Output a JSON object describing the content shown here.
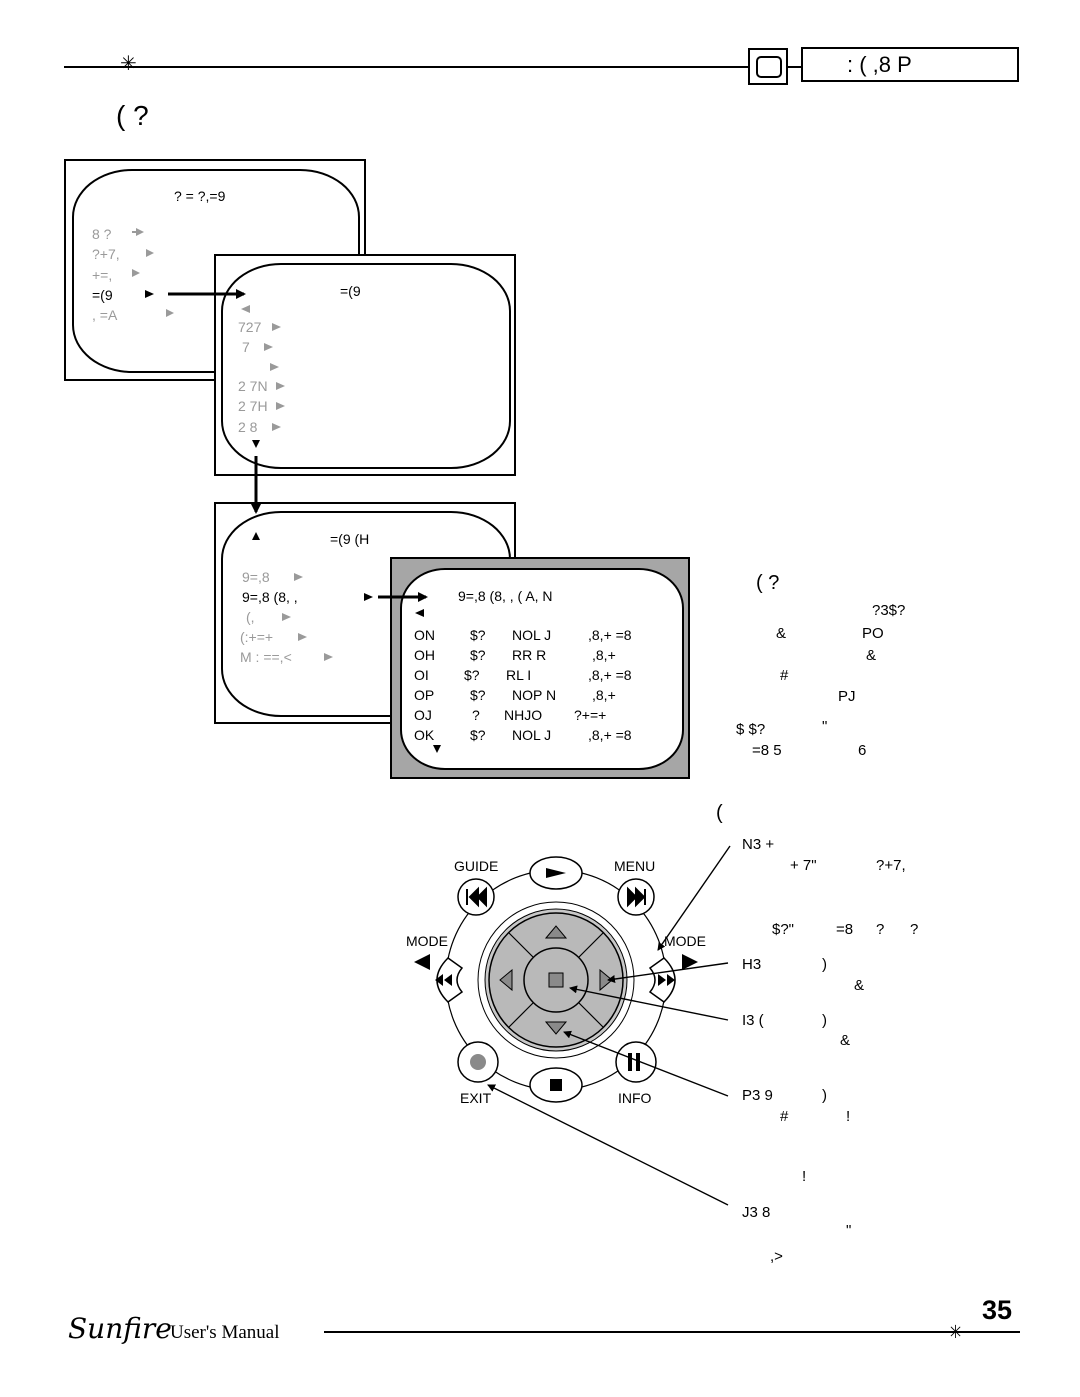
{
  "header": {
    "section_label": ": ( ,8 P",
    "page_title": "(     ?"
  },
  "menu1": {
    "title": "?  = ?,=9",
    "items": [
      {
        "label": "8 ?",
        "active": false
      },
      {
        "label": "?+7,",
        "active": false
      },
      {
        "label": "+=,",
        "active": false
      },
      {
        "label": "=(9",
        "active": true
      },
      {
        "label": ",   =A",
        "active": false
      }
    ]
  },
  "menu2": {
    "title": "=(9",
    "items": [
      "727",
      "7",
      "",
      "2 7N",
      "2 7H",
      "2 8"
    ]
  },
  "menu3": {
    "title": "=(9   (H",
    "items": [
      {
        "label": "9=,8",
        "active": false
      },
      {
        "label": "9=,8 (8, ,",
        "active": true
      },
      {
        "label": "(,",
        "active": false
      },
      {
        "label": "(:+=+",
        "active": false
      },
      {
        "label": "M  : ==,<",
        "active": false
      }
    ]
  },
  "menu4": {
    "title": "9=,8 (8, ,   ( A, N",
    "rows": [
      [
        "ON",
        "$?",
        "NOL J",
        ",8,+ =8"
      ],
      [
        "OH",
        "$?",
        "RR R",
        ",8,+"
      ],
      [
        "OI",
        "$?",
        "RL I",
        ",8,+ =8"
      ],
      [
        "OP",
        "$?",
        "NOP N",
        ",8,+"
      ],
      [
        "OJ",
        "?",
        "NHJO",
        "?+=+"
      ],
      [
        "OK",
        "$?",
        "NOL J",
        ",8,+ =8"
      ]
    ]
  },
  "right_panel": {
    "heading": "(     ?",
    "lines": [
      "?3$?",
      "&",
      "PO",
      "&",
      "#",
      "PJ",
      "$   $?",
      "\"",
      "=8 5",
      "6"
    ]
  },
  "remote": {
    "heading": "(",
    "labels": {
      "guide": "GUIDE",
      "menu": "MENU",
      "mode_left": "MODE",
      "mode_right": "MODE",
      "exit": "EXIT",
      "info": "INFO"
    },
    "callouts": [
      {
        "lines": [
          "N3 +",
          "+ 7\"",
          "?+7,",
          "$?\"",
          "=8",
          "?",
          "?"
        ]
      },
      {
        "lines": [
          "H3",
          ")",
          "&"
        ]
      },
      {
        "lines": [
          "I3   (",
          ")",
          "&"
        ]
      },
      {
        "lines": [
          "P3   9",
          ")",
          "#",
          "!"
        ]
      },
      {
        "lines": [
          "!",
          "J3   8",
          "\"",
          ",>"
        ]
      }
    ]
  },
  "footer": {
    "brand": "Sunfire",
    "manual": "User's Manual",
    "page_number": "35"
  }
}
